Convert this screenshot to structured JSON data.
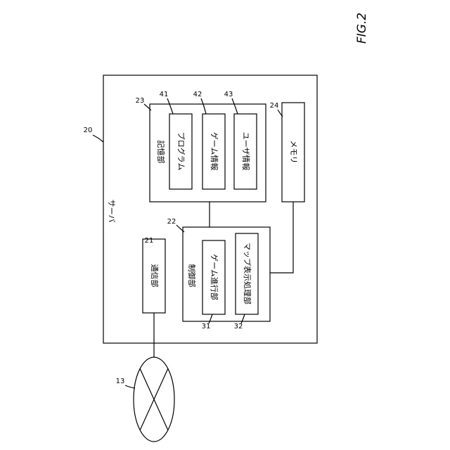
{
  "figure": {
    "title": "FIG.2"
  },
  "server": {
    "ref": "20",
    "label": "サーバ"
  },
  "communication": {
    "ref": "21",
    "label": "通信部"
  },
  "control": {
    "ref": "22",
    "label": "制御部",
    "game_progress": {
      "ref": "31",
      "label": "ゲーム進行部"
    },
    "map_display": {
      "ref": "32",
      "label": "マップ表示処理部"
    }
  },
  "storage": {
    "ref": "23",
    "label": "記憶部",
    "program": {
      "ref": "41",
      "label": "プログラム"
    },
    "game_info": {
      "ref": "42",
      "label": "ゲーム情報"
    },
    "user_info": {
      "ref": "43",
      "label": "ユーザ情報"
    }
  },
  "memory": {
    "ref": "24",
    "label": "メモリ"
  },
  "network": {
    "ref": "13"
  }
}
